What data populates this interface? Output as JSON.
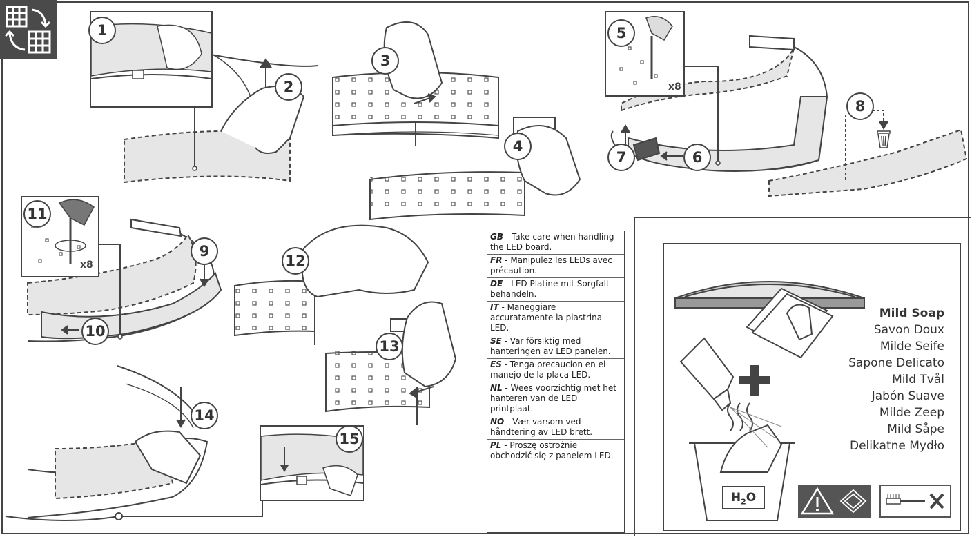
{
  "steps": [
    "1",
    "2",
    "3",
    "4",
    "5",
    "6",
    "7",
    "8",
    "9",
    "10",
    "11",
    "12",
    "13",
    "14",
    "15"
  ],
  "repeat_count": "x8",
  "handling_notes": [
    {
      "code": "GB",
      "text": " - Take care when handling the LED board."
    },
    {
      "code": "FR",
      "text": " - Manipulez les LEDs avec précaution."
    },
    {
      "code": "DE",
      "text": " - LED Platine mit Sorgfalt behandeln."
    },
    {
      "code": "IT",
      "text": " - Maneggiare accuratamente la piastrina LED."
    },
    {
      "code": "SE",
      "text": " - Var försiktig med hanteringen av LED panelen."
    },
    {
      "code": "ES",
      "text": " - Tenga precaucion en el manejo de la placa LED."
    },
    {
      "code": "NL",
      "text": " - Wees voorzichtig met het hanteren van de LED printplaat."
    },
    {
      "code": "NO",
      "text": " - Vær varsom ved håndtering av LED brett."
    },
    {
      "code": "PL",
      "text": " - Proszę ostrożnie obchodzić się z panelem LED."
    }
  ],
  "cleaning": {
    "soap_labels": [
      "Mild Soap",
      "Savon Doux",
      "Milde Seife",
      "Sapone Delicato",
      "Mild Tvål",
      "Jabón Suave",
      "Milde Zeep",
      "Mild Såpe",
      "Delikatne Mydło"
    ],
    "water_label_main": "H",
    "water_label_sub": "2",
    "water_label_end": "O"
  },
  "icons": [
    "swap-grid-icon",
    "hand-icon",
    "arrow-icon",
    "trash-bin-icon",
    "screw-icon",
    "ring-lamp-icon",
    "cloth-icon",
    "spray-bottle-icon",
    "plus-icon",
    "steam-icon",
    "bucket-icon",
    "warning-triangle-icon",
    "wet-cloth-icon",
    "brush-icon",
    "cross-icon"
  ],
  "colors": {
    "line": "#444444",
    "panel_fill": "#e6e6e6",
    "dark_tab": "#4a4a4a"
  }
}
